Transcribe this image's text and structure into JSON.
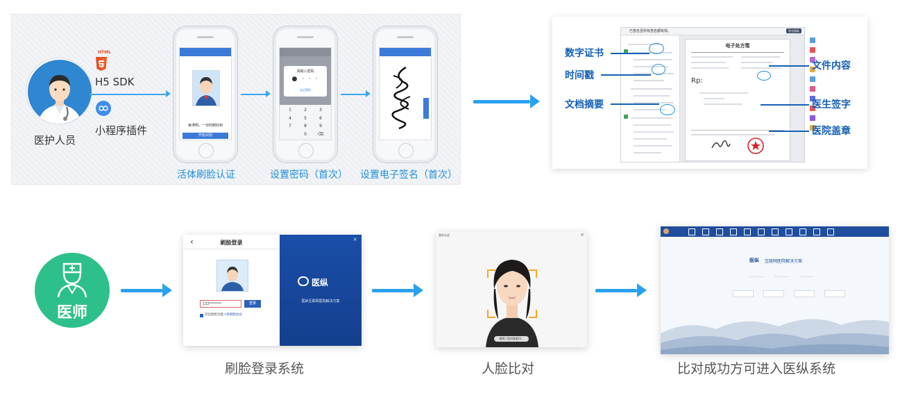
{
  "top_flow": {
    "role_label": "医护人员",
    "sdk_label": "H5 SDK",
    "plugin_label": "小程序插件",
    "html5_badge": "HTML",
    "steps": [
      {
        "label": "活体刷脸认证"
      },
      {
        "label": "设置密码（首次）"
      },
      {
        "label": "设置电子签名（首次）"
      }
    ],
    "face_screen": {
      "name_text": "姜涛明，一日时刷好到",
      "button_text": "开始识别"
    },
    "password_screen": {
      "title": "请输入密码",
      "link_text": "忘记密码",
      "keys": [
        "1",
        "2",
        "3",
        "4",
        "5",
        "6",
        "7",
        "8",
        "9",
        "",
        "0",
        "⌫"
      ]
    }
  },
  "document": {
    "toolbar_text": "已签名且所有签名都有效。",
    "toolbar_button": "签名面板",
    "title": "电子处方笺",
    "rp": "Rp:",
    "labels": [
      {
        "text": "数字证书",
        "side": "left"
      },
      {
        "text": "时间戳",
        "side": "left"
      },
      {
        "text": "文档摘要",
        "side": "left"
      },
      {
        "text": "文件内容",
        "side": "right"
      },
      {
        "text": "医生签字",
        "side": "right"
      },
      {
        "text": "医院盖章",
        "side": "right"
      }
    ]
  },
  "bottom_flow": {
    "doctor_label": "医师",
    "login": {
      "title": "刷脸登录",
      "input_value": "132*******",
      "login_button": "登录",
      "checkbox_text": "开启刷脸功能",
      "agreement_text": "人脸刷脸协议",
      "brand_name": "医纵",
      "brand_subtitle": "医纵互联网医院解决方案",
      "caption": "刷脸登录系统"
    },
    "face_compare": {
      "window_title": "身份认证",
      "bottom_text": "请将人脸对准框内...",
      "caption": "人脸比对"
    },
    "system": {
      "brand": "医纵",
      "slogan": "互联网医院解决方案",
      "caption": "比对成功方可进入医纵系统"
    }
  },
  "colors": {
    "accent": "#2aa1ef",
    "doctor_green": "#2ec08a",
    "brand_blue": "#1d4fa6",
    "label_blue": "#1560b5"
  }
}
